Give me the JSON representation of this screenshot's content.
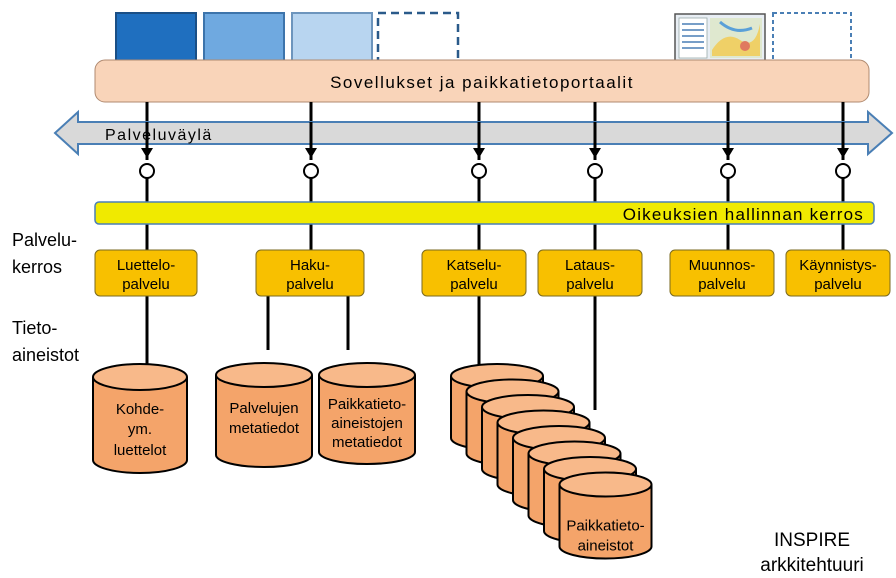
{
  "header": {
    "portal_label": "Sovellukset ja paikkatietoportaalit",
    "bus_label": "Palveluväylä",
    "rights_label": "Oikeuksien hallinnan kerros"
  },
  "layers": {
    "service_layer_line1": "Palvelu-",
    "service_layer_line2": "kerros",
    "data_layer_line1": "Tieto-",
    "data_layer_line2": "aineistot"
  },
  "services": [
    {
      "line1": "Luettelo-",
      "line2": "palvelu"
    },
    {
      "line1": "Haku-",
      "line2": "palvelu"
    },
    {
      "line1": "Katselu-",
      "line2": "palvelu"
    },
    {
      "line1": "Lataus-",
      "line2": "palvelu"
    },
    {
      "line1": "Muunnos-",
      "line2": "palvelu"
    },
    {
      "line1": "Käynnistys-",
      "line2": "palvelu"
    }
  ],
  "datasets": {
    "catalog": {
      "line1": "Kohde-",
      "line2": "ym.",
      "line3": "luettelot"
    },
    "service_meta": {
      "line1": "Palvelujen",
      "line2": "metatiedot"
    },
    "dataset_meta": {
      "line1": "Paikkatieto-",
      "line2": "aineistojen",
      "line3": "metatiedot"
    },
    "geodata": {
      "line1": "Paikkatieto-",
      "line2": "aineistot"
    }
  },
  "footer": {
    "line1": "INSPIRE",
    "line2": "arkkitehtuuri"
  },
  "colors": {
    "portal_fill": "#f9d4b9",
    "bus_fill": "#d9d9d9",
    "rights_fill": "#f0ea00",
    "service_fill": "#f8c000",
    "cylinder_fill": "#f4a46a",
    "cylinder_top": "#f8b98a",
    "box_dark": "#1f6fbf",
    "box_mid": "#6fa9e0",
    "box_light": "#b8d5f0",
    "box_dashed": "#2a5a8a"
  }
}
